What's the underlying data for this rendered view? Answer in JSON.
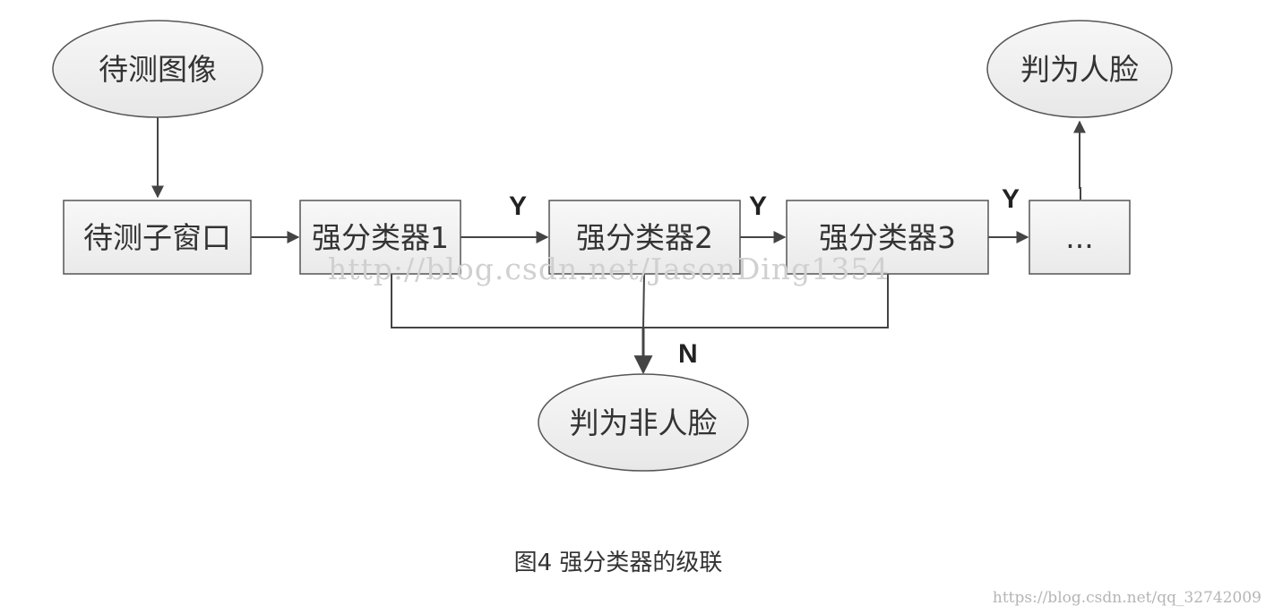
{
  "nodes": {
    "input_image": "待测图像",
    "sub_window": "待测子窗口",
    "classifier_1": "强分类器1",
    "classifier_2": "强分类器2",
    "classifier_3": "强分类器3",
    "more": "...",
    "is_face": "判为人脸",
    "not_face": "判为非人脸"
  },
  "edge_labels": {
    "yes_1": "Y",
    "yes_2": "Y",
    "yes_3": "Y",
    "no": "N"
  },
  "caption": "图4 强分类器的级联",
  "watermarks": {
    "middle": "http://blog.csdn.net/JasonDing1354",
    "corner": "https://blog.csdn.net/qq_32742009"
  },
  "colors": {
    "node_fill": "#f2f2f2",
    "node_stroke": "#555555",
    "edge": "#444444"
  }
}
